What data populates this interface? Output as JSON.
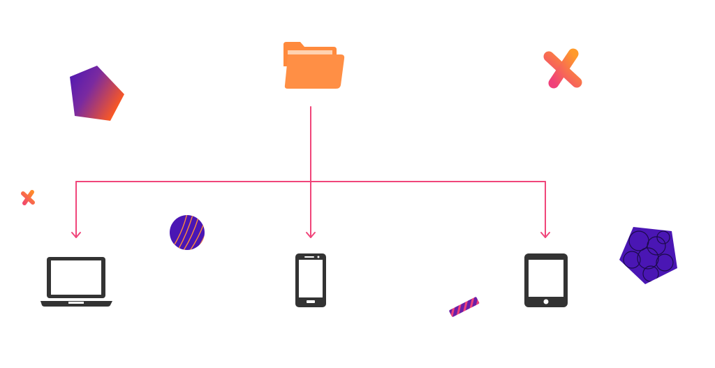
{
  "diagram": {
    "source_icon": "folder-icon",
    "target_icons": [
      "laptop-icon",
      "smartphone-icon",
      "tablet-icon"
    ],
    "decorations": [
      "pentagon-gradient",
      "cross-large",
      "cross-small",
      "striped-circle",
      "pentagon-swirl",
      "striped-stick"
    ]
  },
  "colors": {
    "folder_back": "#ff8a3d",
    "folder_front": "#ff8f45",
    "connector": "#f0457a",
    "device": "#333333",
    "purple": "#4a16b4",
    "orange": "#ff5a1f",
    "pink": "#f0407a"
  }
}
